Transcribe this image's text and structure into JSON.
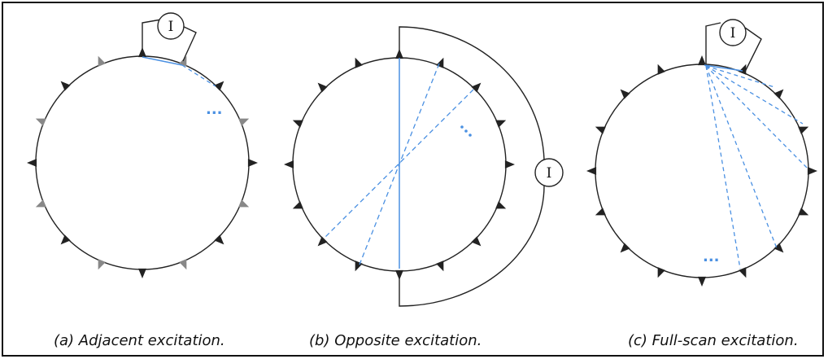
{
  "panels": [
    {
      "id": "a",
      "caption": "(a) Adjacent excitation.",
      "meter_label": "I",
      "ellipsis": "..."
    },
    {
      "id": "b",
      "caption": "(b) Opposite excitation.",
      "meter_label": "I",
      "ellipsis": "..."
    },
    {
      "id": "c",
      "caption": "(c) Full-scan excitation.",
      "meter_label": "I",
      "ellipsis": "..."
    }
  ],
  "colors": {
    "outline": "#222222",
    "line_blue": "#4a90e2",
    "electrode_dark": "#222222",
    "electrode_gray": "#888888"
  }
}
